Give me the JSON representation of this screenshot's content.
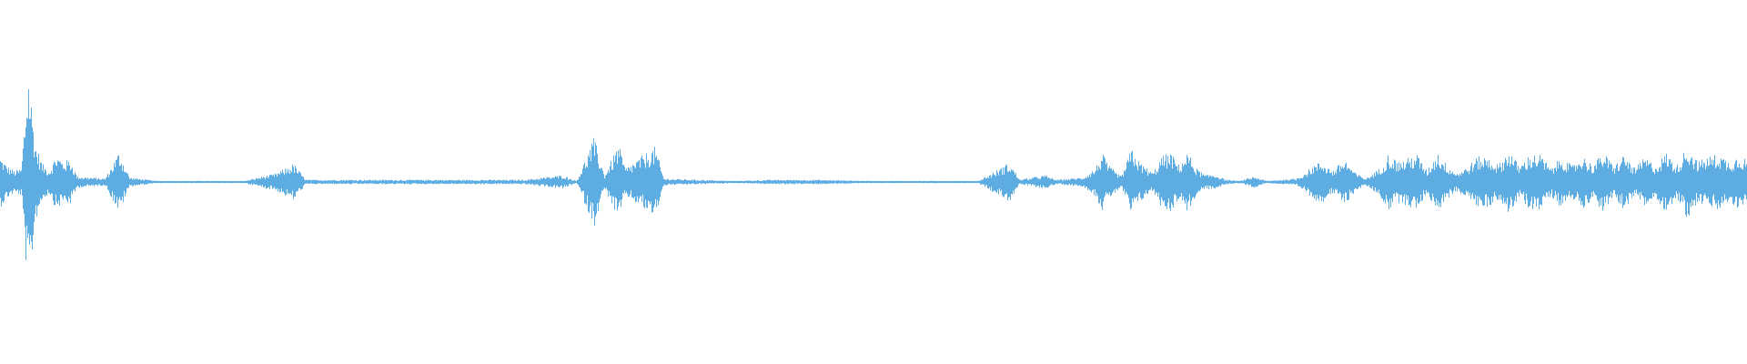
{
  "waveform": {
    "color": "#5dade2",
    "background": "#ffffff",
    "duration_fraction_axis": "normalized",
    "profile": [
      [
        0.0,
        0.22
      ],
      [
        0.004,
        0.14
      ],
      [
        0.008,
        0.1
      ],
      [
        0.012,
        0.12
      ],
      [
        0.016,
        1.0
      ],
      [
        0.02,
        0.34
      ],
      [
        0.024,
        0.16
      ],
      [
        0.028,
        0.1
      ],
      [
        0.032,
        0.24
      ],
      [
        0.036,
        0.18
      ],
      [
        0.04,
        0.2
      ],
      [
        0.044,
        0.05
      ],
      [
        0.06,
        0.03
      ],
      [
        0.068,
        0.27
      ],
      [
        0.074,
        0.04
      ],
      [
        0.09,
        0.01
      ],
      [
        0.14,
        0.01
      ],
      [
        0.15,
        0.05
      ],
      [
        0.157,
        0.07
      ],
      [
        0.168,
        0.16
      ],
      [
        0.175,
        0.02
      ],
      [
        0.23,
        0.02
      ],
      [
        0.3,
        0.02
      ],
      [
        0.322,
        0.06
      ],
      [
        0.33,
        0.01
      ],
      [
        0.34,
        0.39
      ],
      [
        0.346,
        0.06
      ],
      [
        0.354,
        0.33
      ],
      [
        0.358,
        0.12
      ],
      [
        0.375,
        0.31
      ],
      [
        0.38,
        0.03
      ],
      [
        0.42,
        0.01
      ],
      [
        0.442,
        0.02
      ],
      [
        0.467,
        0.02
      ],
      [
        0.5,
        0.01
      ],
      [
        0.56,
        0.01
      ],
      [
        0.578,
        0.17
      ],
      [
        0.584,
        0.02
      ],
      [
        0.598,
        0.06
      ],
      [
        0.605,
        0.02
      ],
      [
        0.612,
        0.03
      ],
      [
        0.62,
        0.04
      ],
      [
        0.627,
        0.12
      ],
      [
        0.631,
        0.25
      ],
      [
        0.635,
        0.14
      ],
      [
        0.642,
        0.05
      ],
      [
        0.648,
        0.3
      ],
      [
        0.652,
        0.18
      ],
      [
        0.66,
        0.08
      ],
      [
        0.665,
        0.22
      ],
      [
        0.67,
        0.26
      ],
      [
        0.675,
        0.15
      ],
      [
        0.68,
        0.26
      ],
      [
        0.685,
        0.12
      ],
      [
        0.69,
        0.06
      ],
      [
        0.695,
        0.07
      ],
      [
        0.702,
        0.02
      ],
      [
        0.71,
        0.01
      ],
      [
        0.718,
        0.05
      ],
      [
        0.725,
        0.01
      ],
      [
        0.742,
        0.03
      ],
      [
        0.748,
        0.09
      ],
      [
        0.752,
        0.15
      ],
      [
        0.757,
        0.18
      ],
      [
        0.763,
        0.1
      ],
      [
        0.77,
        0.2
      ],
      [
        0.776,
        0.08
      ],
      [
        0.782,
        0.03
      ],
      [
        0.79,
        0.12
      ],
      [
        0.795,
        0.25
      ],
      [
        0.8,
        0.18
      ],
      [
        0.805,
        0.2
      ],
      [
        0.811,
        0.25
      ],
      [
        0.817,
        0.1
      ],
      [
        0.823,
        0.26
      ],
      [
        0.828,
        0.16
      ],
      [
        0.834,
        0.08
      ],
      [
        0.84,
        0.13
      ],
      [
        0.846,
        0.22
      ],
      [
        0.852,
        0.22
      ],
      [
        0.858,
        0.15
      ],
      [
        0.864,
        0.28
      ],
      [
        0.87,
        0.14
      ],
      [
        0.876,
        0.24
      ],
      [
        0.882,
        0.24
      ],
      [
        0.888,
        0.12
      ],
      [
        0.894,
        0.22
      ],
      [
        0.9,
        0.14
      ],
      [
        0.906,
        0.23
      ],
      [
        0.912,
        0.15
      ],
      [
        0.918,
        0.26
      ],
      [
        0.924,
        0.14
      ],
      [
        0.93,
        0.24
      ],
      [
        0.936,
        0.12
      ],
      [
        0.942,
        0.22
      ],
      [
        0.948,
        0.14
      ],
      [
        0.954,
        0.26
      ],
      [
        0.96,
        0.14
      ],
      [
        0.966,
        0.32
      ],
      [
        0.972,
        0.18
      ],
      [
        0.978,
        0.22
      ],
      [
        0.984,
        0.25
      ],
      [
        0.99,
        0.18
      ],
      [
        0.996,
        0.24
      ],
      [
        1.0,
        0.2
      ]
    ]
  }
}
